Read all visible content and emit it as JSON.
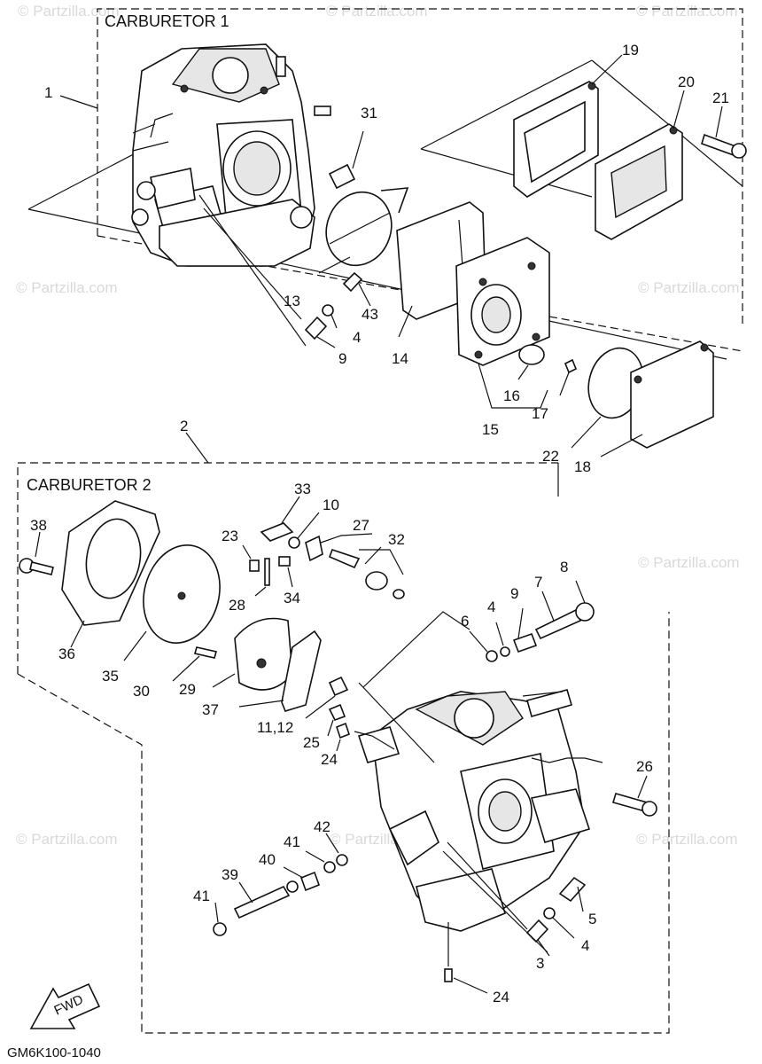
{
  "sections": {
    "carb1": "CARBURETOR 1",
    "carb2": "CARBURETOR 2"
  },
  "diagram_code": "GM6K100-1040",
  "fwd_label": "FWD",
  "watermark": "© Partzilla.com",
  "callouts": {
    "c1": "1",
    "c2": "2",
    "c3": "3",
    "c4a": "4",
    "c4b": "4",
    "c4c": "4",
    "c5": "5",
    "c6": "6",
    "c7": "7",
    "c8": "8",
    "c9a": "9",
    "c9b": "9",
    "c10": "10",
    "c11_12": "11,12",
    "c13": "13",
    "c14": "14",
    "c15": "15",
    "c16": "16",
    "c17": "17",
    "c18": "18",
    "c19": "19",
    "c20": "20",
    "c21": "21",
    "c22": "22",
    "c23": "23",
    "c24a": "24",
    "c24b": "24",
    "c25": "25",
    "c26": "26",
    "c27": "27",
    "c28": "28",
    "c29": "29",
    "c30": "30",
    "c31": "31",
    "c32": "32",
    "c33": "33",
    "c34": "34",
    "c35": "35",
    "c36": "36",
    "c37": "37",
    "c38": "38",
    "c39": "39",
    "c40": "40",
    "c41a": "41",
    "c41b": "41",
    "c42": "42",
    "c43": "43"
  }
}
